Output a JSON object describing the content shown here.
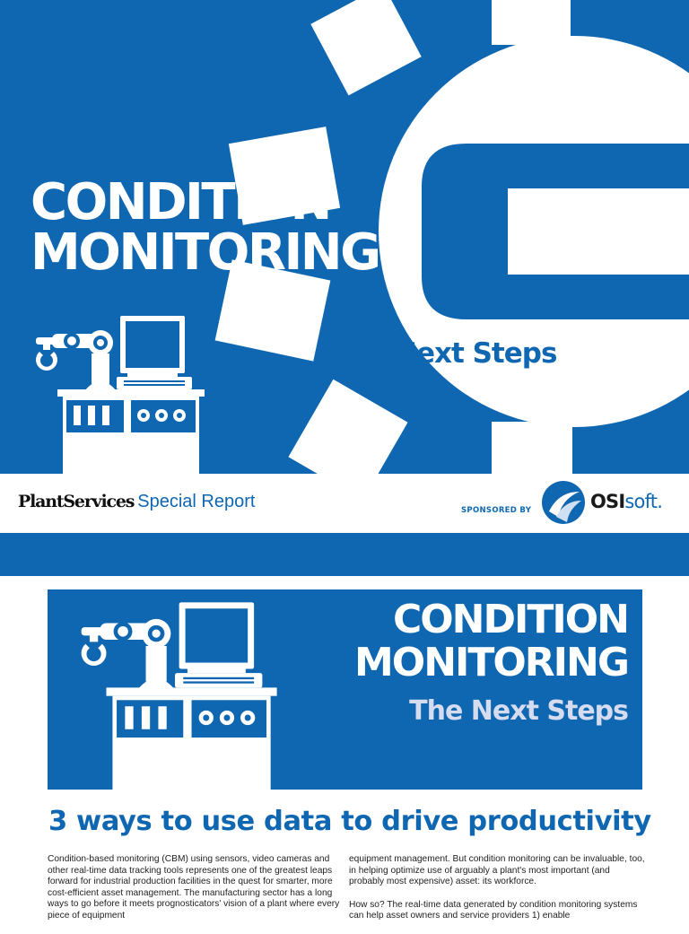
{
  "cover": {
    "title_line1": "CONDITION",
    "title_line2": "MONITORING",
    "subtitle": "The Next Steps"
  },
  "banner": {
    "brand_name": "PlantServices",
    "brand_report": "Special Report",
    "sponsored_by": "SPONSORED BY",
    "sponsor_bold": "OSI",
    "sponsor_light": "soft."
  },
  "inner_header": {
    "title_line1": "CONDITION",
    "title_line2": "MONITORING",
    "subtitle": "The Next Steps"
  },
  "article": {
    "title": "3 ways to use data to drive productivity",
    "left_paragraph": "Condition-based monitoring (CBM) using sensors, video cameras and other real-time data tracking tools represents one of the greatest leaps forward for industrial production facilities in the quest for smarter, more cost-efficient asset management. The manufacturing sector has a long ways to go before it meets prognosticators' vision of a plant where every piece of equipment",
    "right_paragraph1": "equipment management. But condition monitoring can be invaluable, too, in helping optimize use of arguably a plant's most important (and probably most expensive) asset: its workforce.",
    "right_paragraph2": "How so? The real-time data generated by condition monitoring systems can help asset owners and service providers 1) enable"
  },
  "colors": {
    "brand_blue": "#0f67b1",
    "white": "#ffffff",
    "subtitle_light": "#d5dcf0"
  },
  "icons": {
    "gear": "gear-icon",
    "robot_arm": "robot-arm-icon",
    "computer": "computer-monitor-icon",
    "osi_logo": "osisoft-logo-icon"
  }
}
